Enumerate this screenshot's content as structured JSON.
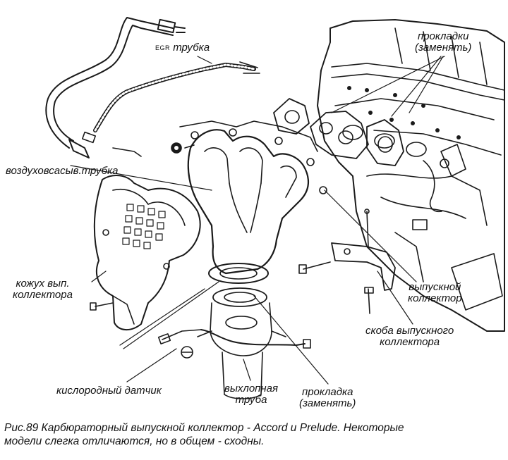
{
  "labels": {
    "egr_prefix": "EGR",
    "egr_tube": "трубка",
    "air_tube": "воздуховсасыв.трубка",
    "gaskets_line1": "прокладки",
    "gaskets_line2": "(заменять)",
    "shroud_line1": "кожух вып.",
    "shroud_line2": "коллектора",
    "exhaust_line1": "выпускной",
    "exhaust_line2": "коллектор",
    "bracket_line1": "скоба выпускного",
    "bracket_line2": "коллектора",
    "o2_sensor": "кислородный датчик",
    "pipe_line1": "выхлопная",
    "pipe_line2": "труба",
    "gasket_line1": "прокладка",
    "gasket_line2": "(заменять)"
  },
  "caption": {
    "line1": "Рис.89 Карбюраторный выпускной коллектор - Accord и Prelude. Некоторые",
    "line2": "модели слегка отличаются, но в общем - сходны."
  }
}
